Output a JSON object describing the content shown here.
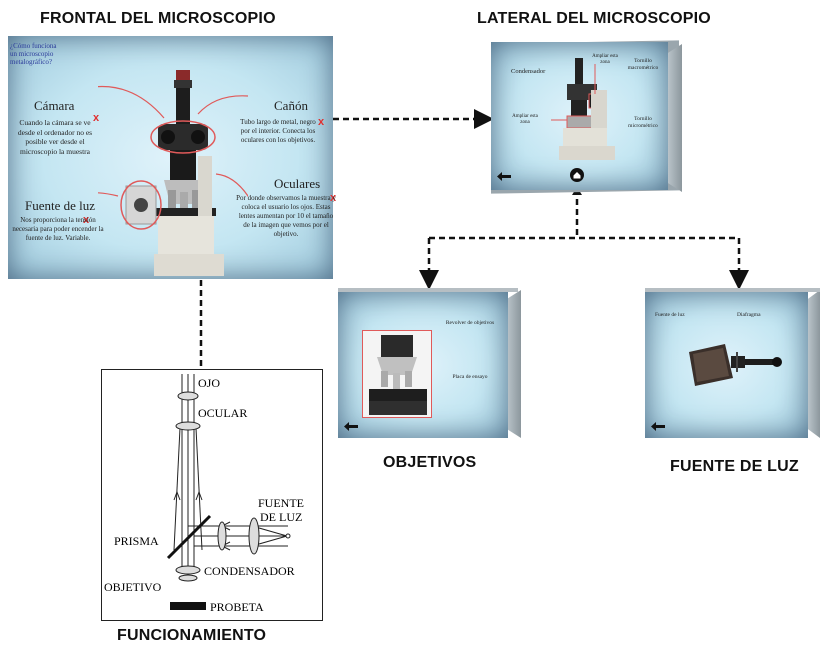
{
  "headings": {
    "frontal": "FRONTAL DEL MICROSCOPIO",
    "lateral": "LATERAL DEL MICROSCOPIO",
    "objetivos": "OBJETIVOS",
    "fuente": "FUENTE DE LUZ",
    "funcionamiento": "FUNCIONAMIENTO"
  },
  "frontal": {
    "question": "¿Cómo funciona un microscopio metalográfico?",
    "camara_title": "Cámara",
    "camara_text": "Cuando la cámara se ve desde el ordenador no es posible ver desde el microscopio la muestra",
    "canon_title": "Cañón",
    "canon_text": "Tubo largo de metal, negro por el interior. Conecta los oculares con los objetivos.",
    "fuente_title": "Fuente de luz",
    "fuente_text": "Nos proporciona la tensión necesaria para poder encender la fuente de luz. Variable.",
    "oculares_title": "Oculares",
    "oculares_text": "Por donde observamos la muestra y coloca el usuario los ojos. Estas lentes aumentan por 10 el tamaño de la imagen que vemos por el objetivo.",
    "x_mark": "x"
  },
  "lateral": {
    "condensador": "Condensador",
    "ampliar_top": "Ampliar esta zona",
    "ampliar_left": "Ampliar esta zona",
    "tornillo_macro": "Tornillo macrométrico",
    "tornillo_micro": "Tornillo micrométrico"
  },
  "objetivos_slide": {
    "revolver": "Revolver de objetivos",
    "placa": "Placa de ensayo"
  },
  "fuente_slide": {
    "fuente": "Fuente de luz",
    "diafragma": "Diafragma"
  },
  "diagram": {
    "ojo": "OJO",
    "ocular": "OCULAR",
    "fuente_line1": "FUENTE",
    "fuente_line2": "DE LUZ",
    "prisma": "PRISMA",
    "condensador": "CONDENSADOR",
    "objetivo": "OBJETIVO",
    "probeta": "PROBETA"
  },
  "colors": {
    "accent_red": "#e03030",
    "slide_bg": "#c4e6f2"
  }
}
